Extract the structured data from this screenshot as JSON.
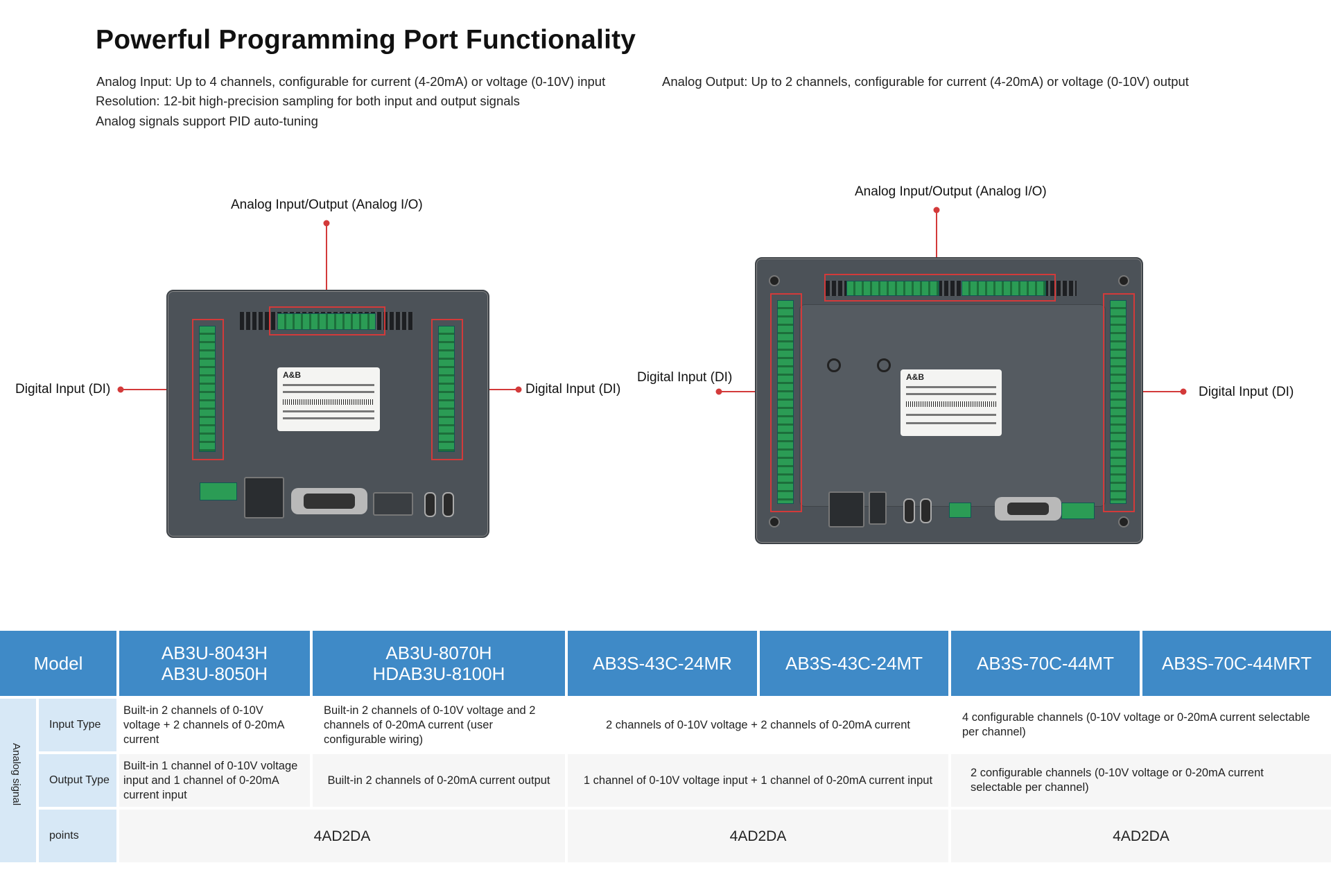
{
  "heading": {
    "title": "Powerful Programming Port Functionality",
    "lines": [
      "Analog Input: Up to 4 channels, configurable for current (4-20mA) or voltage (0-10V) input",
      "Analog Output: Up to 2 channels, configurable for current (4-20mA) or voltage (0-10V) output",
      "Resolution: 12-bit high-precision sampling for both input and output signals",
      "Analog signals support PID auto-tuning"
    ]
  },
  "devices": {
    "left": {
      "callout_top": "Analog Input/Output (Analog I/O)",
      "callout_left": "Digital Input (DI)",
      "callout_right": "Digital Input (DI)",
      "sticker_brand": "A&B"
    },
    "right": {
      "callout_top": "Analog Input/Output (Analog I/O)",
      "callout_left": "Digital Input (DI)",
      "callout_right": "Digital Input (DI)",
      "sticker_brand": "A&B"
    }
  },
  "table": {
    "header": {
      "model_label": "Model",
      "models": [
        "AB3U-8043H\nAB3U-8050H",
        "AB3U-8070H\nHDAB3U-8100H",
        "AB3S-43C-24MR",
        "AB3S-43C-24MT",
        "AB3S-70C-44MT",
        "AB3S-70C-44MRT"
      ]
    },
    "group_label": "Analog signal",
    "rows": {
      "input": {
        "label": "Input Type",
        "cells": [
          "Built-in 2 channels of 0-10V voltage + 2 channels of 0-20mA current",
          "Built-in 2 channels of 0-10V voltage and 2 channels of 0-20mA current (user configurable wiring)",
          "2 channels of 0-10V voltage + 2 channels of 0-20mA current",
          "4 configurable channels (0-10V voltage or 0-20mA current selectable per channel)"
        ]
      },
      "output": {
        "label": "Output Type",
        "cells": [
          "Built-in 1 channel of 0-10V voltage input and 1 channel of 0-20mA current input",
          "Built-in 2 channels of 0-20mA current output",
          "1 channel of 0-10V voltage input + 1 channel of 0-20mA current input",
          "2 configurable channels (0-10V voltage or 0-20mA current selectable per channel)"
        ]
      },
      "points": {
        "label": "points",
        "cells": [
          "4AD2DA",
          "4AD2DA",
          "4AD2DA"
        ]
      }
    }
  },
  "colors": {
    "header_blue": "#3f8ac7",
    "side_blue": "#d7e8f6",
    "leader_red": "#d33a3a"
  }
}
